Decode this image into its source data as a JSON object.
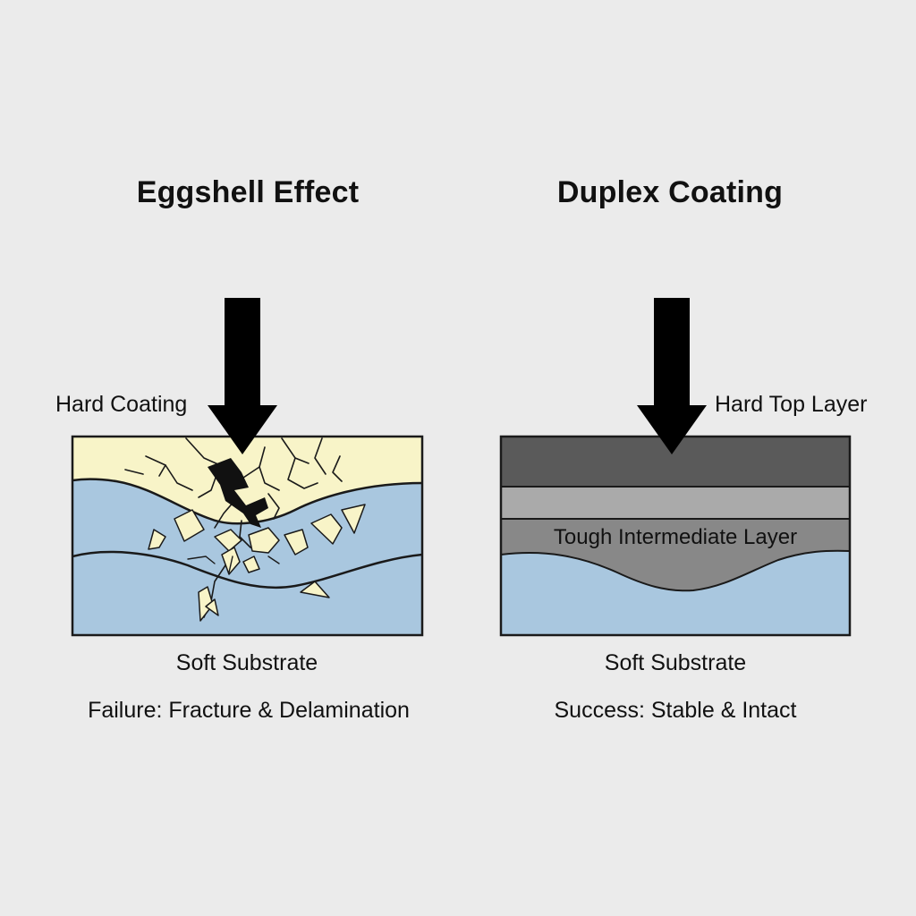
{
  "left_panel": {
    "title": "Eggshell Effect",
    "coating_label": "Hard Coating",
    "substrate_label": "Soft Substrate",
    "result_label": "Failure: Fracture & Delamination"
  },
  "right_panel": {
    "title": "Duplex Coating",
    "top_layer_label": "Hard Top Layer",
    "intermediate_label": "Tough Intermediate Layer",
    "substrate_label": "Soft Substrate",
    "result_label": "Success: Stable & Intact"
  },
  "colors": {
    "background": "#ebebeb",
    "hard_coating": "#f8f4c8",
    "substrate": "#a9c7df",
    "hard_top_layer": "#5a5a5a",
    "light_gray_layer": "#aaaaaa",
    "intermediate_layer": "#888888",
    "arrow": "#000000",
    "outline": "#1a1a1a"
  }
}
